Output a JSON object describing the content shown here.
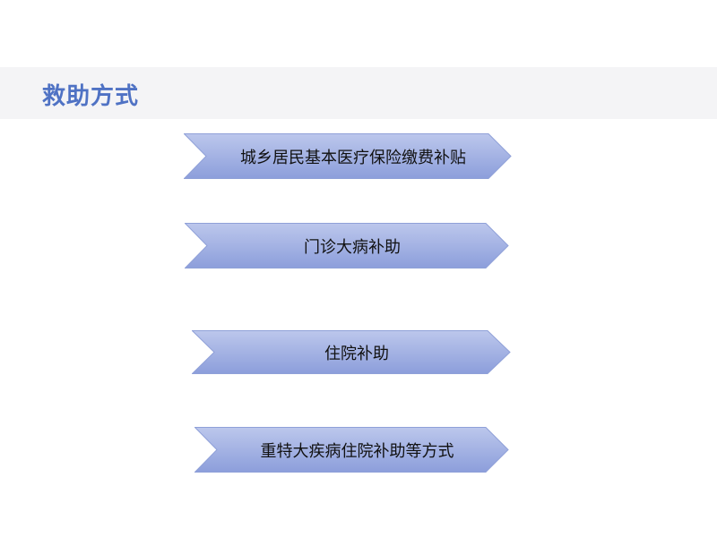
{
  "slide": {
    "title": "救助方式",
    "accent_color": "#4f72c4",
    "items": [
      {
        "label": "城乡居民基本医疗保险缴费补贴"
      },
      {
        "label": "门诊大病补助"
      },
      {
        "label": "住院补助"
      },
      {
        "label": "重特大疾病住院补助等方式"
      }
    ]
  }
}
